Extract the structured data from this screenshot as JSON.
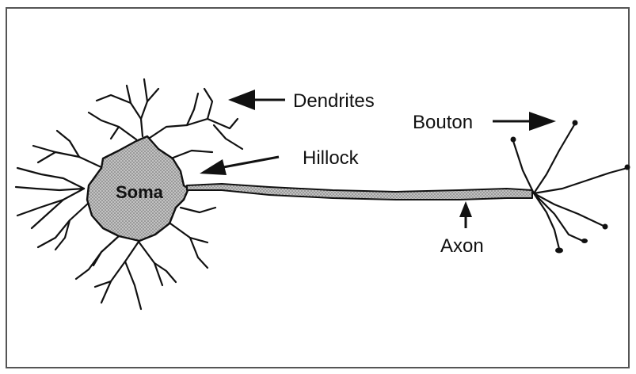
{
  "diagram": {
    "labels": {
      "dendrites": "Dendrites",
      "bouton": "Bouton",
      "hillock": "Hillock",
      "soma": "Soma",
      "axon": "Axon"
    }
  },
  "colors": {
    "ink": "#111111",
    "frame": "#555555",
    "stipple_fill": "#a9a9a9",
    "background": "#ffffff"
  }
}
